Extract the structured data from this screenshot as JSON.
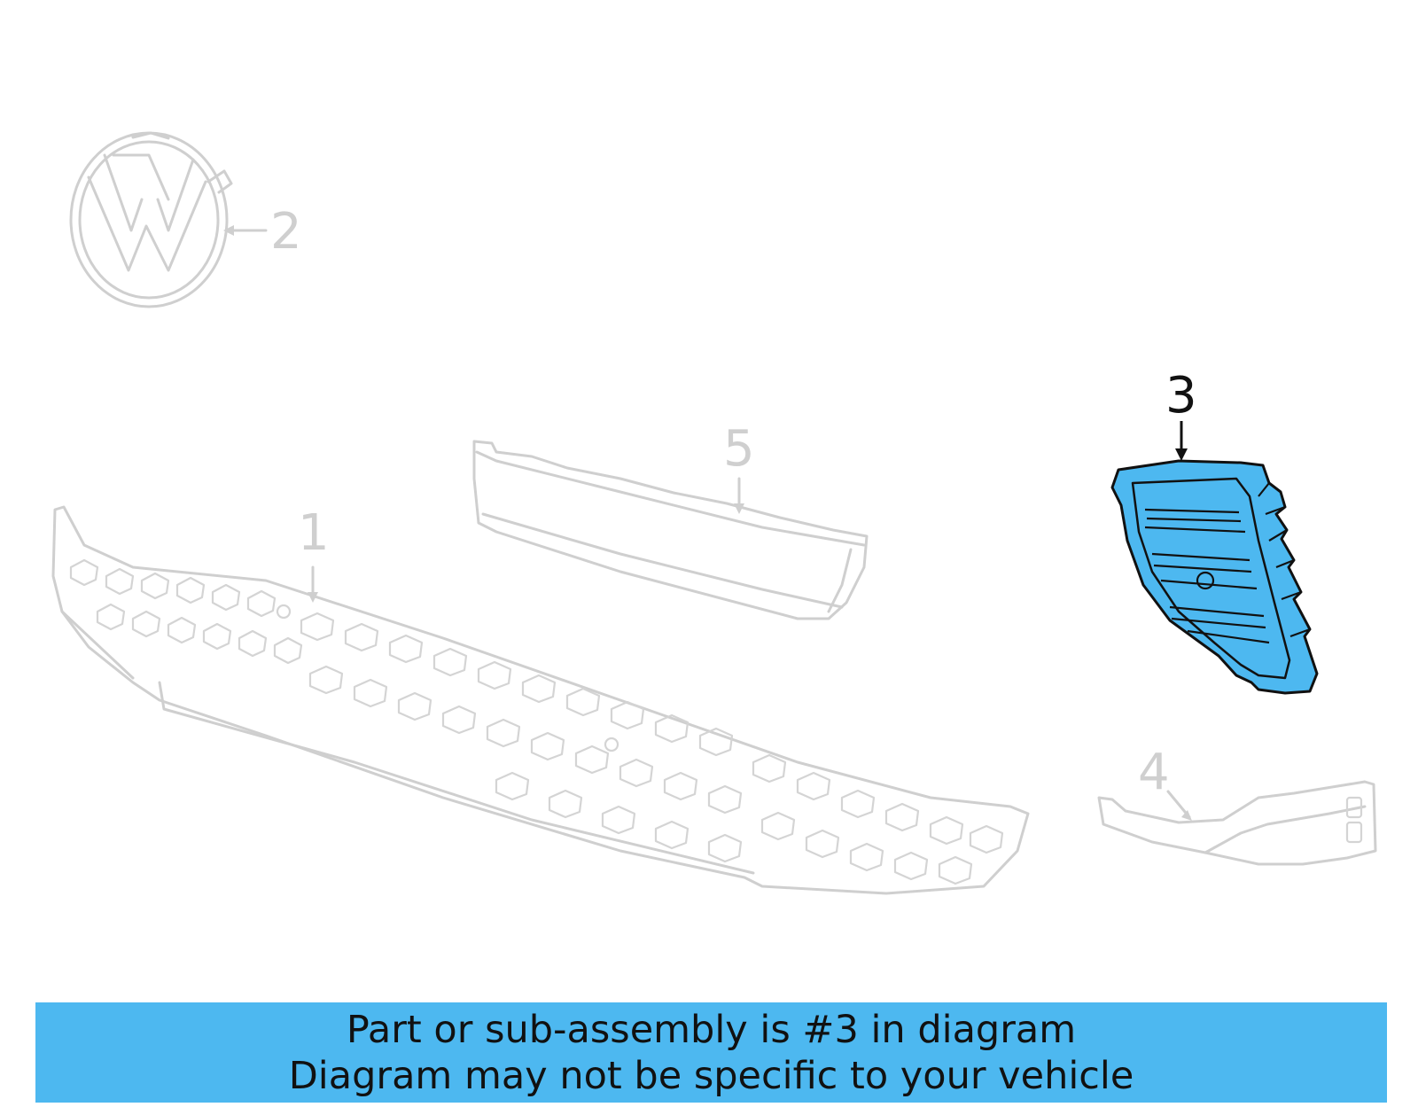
{
  "diagram": {
    "callouts": [
      {
        "id": "1",
        "label": "1",
        "highlighted": false
      },
      {
        "id": "2",
        "label": "2",
        "highlighted": false
      },
      {
        "id": "3",
        "label": "3",
        "highlighted": true
      },
      {
        "id": "4",
        "label": "4",
        "highlighted": false
      },
      {
        "id": "5",
        "label": "5",
        "highlighted": false
      }
    ],
    "highlight_color": "#4db8f0",
    "muted_color": "#cfcfcf"
  },
  "banner": {
    "line1": "Part or sub-assembly is #3 in diagram",
    "line2": "Diagram may not be specific to your vehicle",
    "background": "#4db8f0"
  }
}
